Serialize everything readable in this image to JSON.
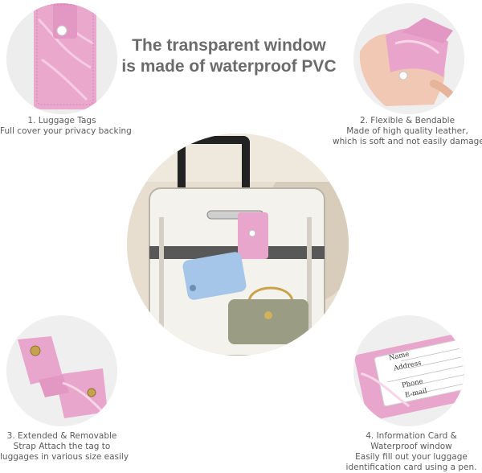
{
  "headline": {
    "line1": "The transparent window",
    "line2": "is made of waterproof PVC"
  },
  "features": [
    {
      "title": "1. Luggage Tags",
      "line2": "Full cover your privacy backing"
    },
    {
      "title": "2. Flexible & Bendable",
      "line2": "Made of high quality leather,",
      "line3": "which is soft and not easily damaged"
    },
    {
      "title": "3. Extended & Removable",
      "line2": "Strap Attach the tag to",
      "line3": "luggages in various size easily"
    },
    {
      "title": "4. Information Card &",
      "line2": "Waterproof window",
      "line3": "Easily fill out your luggage",
      "line4": "identification card using a pen."
    }
  ],
  "card_fields": [
    "Name",
    "Address",
    "Phone",
    "E-mail"
  ],
  "colors": {
    "pink_tag": "#e9a6cc",
    "pink_light": "#f5cfe3",
    "text": "#5a5a5a",
    "headline": "#6b6b6b",
    "circle_bg": "#f1f1f1"
  }
}
